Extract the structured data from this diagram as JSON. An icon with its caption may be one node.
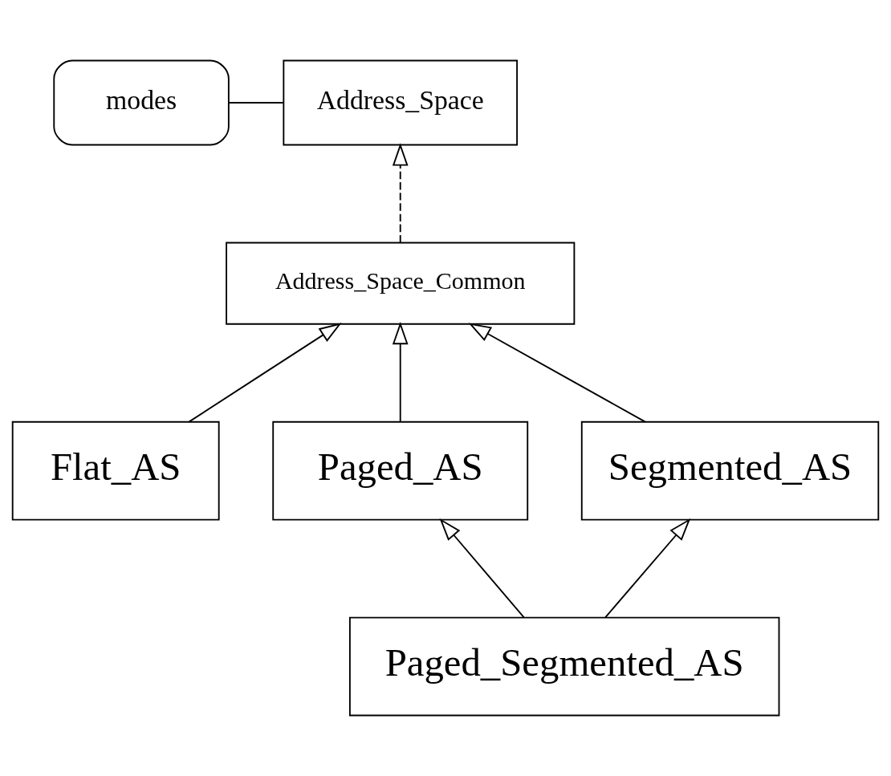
{
  "diagram": {
    "nodes": [
      {
        "text": [
          "modes"
        ]
      },
      {
        "text": [
          "Address_Space"
        ]
      },
      {
        "text": [
          "Address_Space_Common"
        ]
      },
      {
        "text": [
          "Flat_AS"
        ]
      },
      {
        "text": [
          "Paged_AS"
        ]
      },
      {
        "text": [
          "Segmented_AS"
        ]
      },
      {
        "text": [
          "Paged_Segmented_AS"
        ]
      }
    ],
    "edges": [
      {
        "from": 0,
        "to": 1,
        "arrow": "none"
      },
      {
        "from": 2,
        "to": 1,
        "arrow": "to",
        "style": "dashed"
      },
      {
        "from": 3,
        "to": 2,
        "arrow": "to"
      },
      {
        "from": 4,
        "to": 2,
        "arrow": "to"
      },
      {
        "from": 5,
        "to": 2,
        "arrow": "to"
      },
      {
        "from": 6,
        "to": 4,
        "arrow": "to"
      },
      {
        "from": 6,
        "to": 5,
        "arrow": "to"
      }
    ]
  }
}
